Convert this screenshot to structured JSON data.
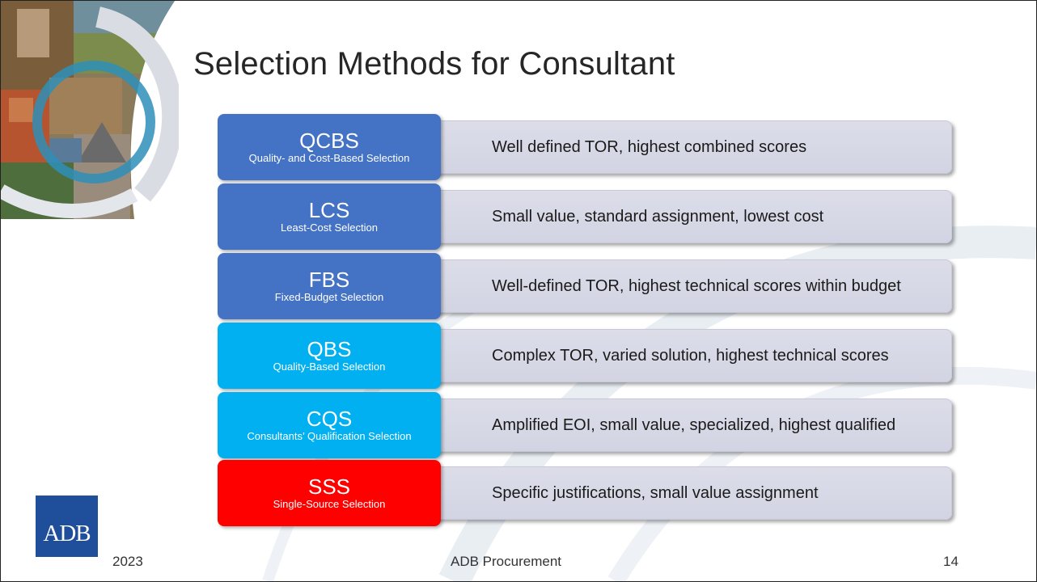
{
  "slide": {
    "title": "Selection Methods for Consultant",
    "footer": {
      "year": "2023",
      "center": "ADB Procurement",
      "page_number": "14"
    },
    "logo_text": "ADB",
    "methods": [
      {
        "abbr": "QCBS",
        "full": "Quality- and Cost-Based Selection",
        "description": "Well defined TOR, highest combined scores",
        "color": "#4472c4"
      },
      {
        "abbr": "LCS",
        "full": "Least-Cost Selection",
        "description": "Small value, standard assignment, lowest cost",
        "color": "#4472c4"
      },
      {
        "abbr": "FBS",
        "full": "Fixed-Budget Selection",
        "description": "Well-defined TOR, highest technical scores within budget",
        "color": "#4472c4"
      },
      {
        "abbr": "QBS",
        "full": "Quality-Based Selection",
        "description": "Complex TOR, varied solution, highest technical scores",
        "color": "#00b0f0"
      },
      {
        "abbr": "CQS",
        "full": "Consultants’ Qualification Selection",
        "description": "Amplified EOI, small value, specialized, highest qualified",
        "color": "#00b0f0"
      },
      {
        "abbr": "SSS",
        "full": "Single-Source Selection",
        "description": "Specific justifications, small value assignment",
        "color": "#ff0000"
      }
    ]
  }
}
